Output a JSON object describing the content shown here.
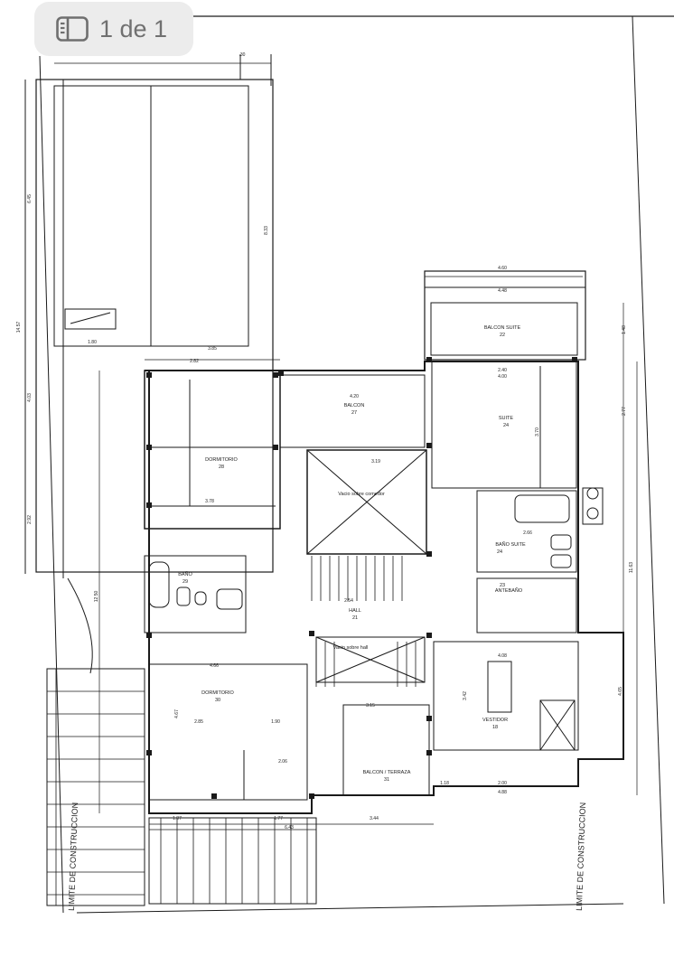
{
  "viewer": {
    "page_indicator": "1 de 1",
    "icon": "sidebar-panel-icon"
  },
  "rooms": {
    "balcon_suite": "BALCON SUITE",
    "balcon_suite_n": "22",
    "suite": "SUITE",
    "suite_n": "24",
    "balcon": "BALCON",
    "balcon_n": "27",
    "dormitorio_1": "DORMITORIO",
    "dormitorio_1_n": "28",
    "vacio": "Vacio sobre comedor",
    "bano": "BAÑO",
    "bano_n": "29",
    "bano_suite": "BAÑO SUITE",
    "bano_suite_n": "24",
    "antebano": "ANTEBAÑO",
    "antebano_n": "23",
    "hall": "HALL",
    "hall_n": "21",
    "dormitorio_2": "DORMITORIO",
    "dormitorio_2_n": "30",
    "vacio_escalera": "Vacio sobre hall",
    "vestidor": "VESTIDOR",
    "vestidor_n": "18",
    "balcon_terraza": "BALCON / TERRAZA",
    "balcon_terraza_n": "31",
    "limite_1": "LIMITE DE CONSTRUCCION",
    "limite_2": "LIMITE DE CONSTRUCCION"
  },
  "dimensions": {
    "d_30": ".30",
    "d_645": "6.45",
    "d_833": "8.33",
    "d_1457": "14.57",
    "d_180": "1.80",
    "d_385": "3.85",
    "d_282": "2.82",
    "d_403": "4.03",
    "d_292": "2.92",
    "d_460": "4.60",
    "d_448": "4.48",
    "d_420": "4.20",
    "d_400": "4.00",
    "d_240": "2.40",
    "d_277": "2.77",
    "d_148": "1.48",
    "d_319": "3.19",
    "d_378": "3.78",
    "d_1250": "12.50",
    "d_1163": "11.63",
    "d_466": "4.66",
    "d_254": "2.54",
    "d_315": "3.15",
    "d_408": "4.08",
    "d_285": "2.85",
    "d_190": "1.90",
    "d_206": "2.06",
    "d_488": "4.88",
    "d_200": "2.00",
    "d_118": "1.18",
    "d_643": "6.43",
    "d_344": "3.44",
    "d_187": "1.87",
    "d_177": "1.77",
    "d_465": "4.65",
    "d_570": "3.70",
    "d_467": "4.67",
    "d_342": "3.42",
    "d_266": "2.66"
  }
}
